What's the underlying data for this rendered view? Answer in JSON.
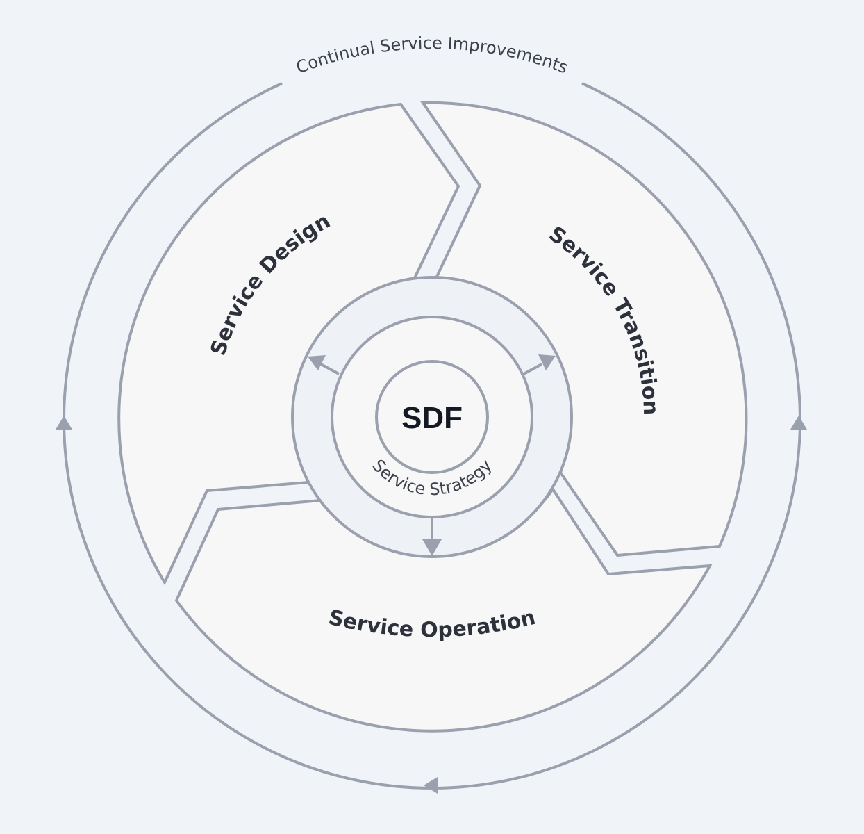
{
  "diagram": {
    "outer_label": "Continual Service Improvements",
    "center_label": "SDF",
    "inner_ring_label": "Service Strategy",
    "segments": {
      "design": "Service Design",
      "transition": "Service Transition",
      "operation": "Service Operation"
    }
  }
}
